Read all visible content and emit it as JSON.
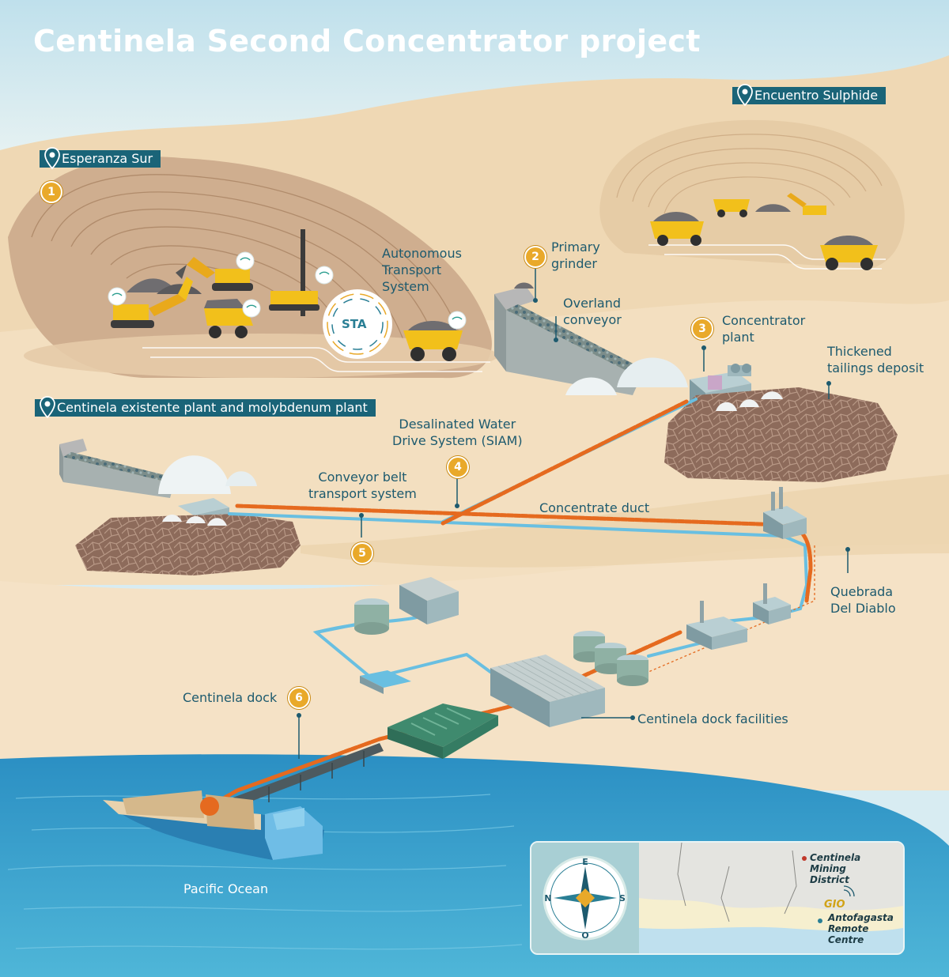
{
  "title": "Centinela Second Concentrator project",
  "locations": {
    "esperanza_sur": "Esperanza Sur",
    "encuentro_sulphide": "Encuentro Sulphide",
    "centinela_existente": "Centinela existente plant and molybdenum plant"
  },
  "markers": [
    "1",
    "2",
    "3",
    "4",
    "5",
    "6"
  ],
  "labels": {
    "autonomous": "Autonomous\nTransport\nSystem",
    "sta": "STA",
    "primary_grinder": "Primary\ngrinder",
    "overland_conveyor": "Overland\nconveyor",
    "concentrator_plant": "Concentrator\nplant",
    "thickened_tailings": "Thickened\ntailings deposit",
    "desalinated_water": "Desalinated Water\nDrive System (SIAM)",
    "conveyor_belt": "Conveyor belt\ntransport system",
    "concentrate_duct": "Concentrate duct",
    "quebrada": "Quebrada\nDel Diablo",
    "centinela_dock": "Centinela dock",
    "dock_facilities": "Centinela dock facilities",
    "pacific_ocean": "Pacific Ocean"
  },
  "inset_map": {
    "compass": {
      "n": "N",
      "e": "E",
      "s": "S",
      "o": "O"
    },
    "centinela_mining": "Centinela\nMining\nDistrict",
    "gio": "GIO",
    "antofagasta": "Antofagasta\nRemote\nCentre"
  },
  "colors": {
    "sky": "#cfe6ee",
    "sand": "#f1dcbc",
    "sand_dark": "#e7c99d",
    "pit": "#c6a384",
    "ocean": "#3aa3cf",
    "water_pipe": "#69bfe1",
    "concentrate_pipe": "#e56a1f",
    "label": "#1d5a6e",
    "tag_bg": "#1a6478",
    "marker": "#e9a92a",
    "truck": "#f2c01b"
  }
}
